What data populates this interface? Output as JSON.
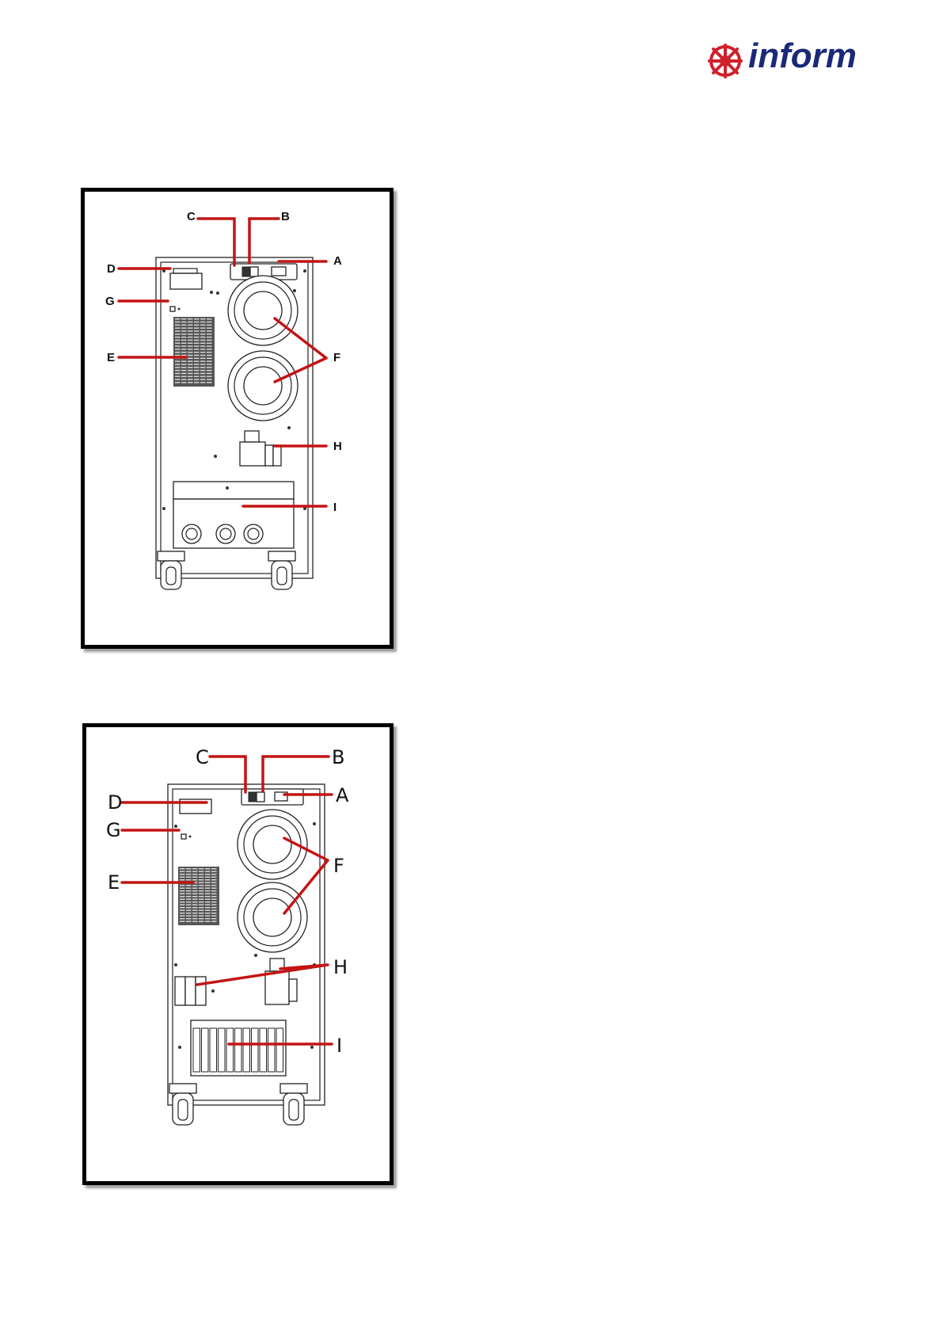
{
  "header": {
    "logo_text": "inform",
    "brand_color": "#1a2a78",
    "emblem_color": "#d0202a"
  },
  "colors": {
    "callout_line": "#c41414",
    "frame": "#000000",
    "drawing": "#222222"
  },
  "figure1": {
    "callouts": {
      "A": "A",
      "B": "B",
      "C": "C",
      "D": "D",
      "E": "E",
      "F": "F",
      "G": "G",
      "H": "H",
      "I": "I"
    }
  },
  "figure2": {
    "callouts": {
      "A": "A",
      "B": "B",
      "C": "C",
      "D": "D",
      "E": "E",
      "F": "F",
      "G": "G",
      "H": "H",
      "I": "I"
    }
  }
}
